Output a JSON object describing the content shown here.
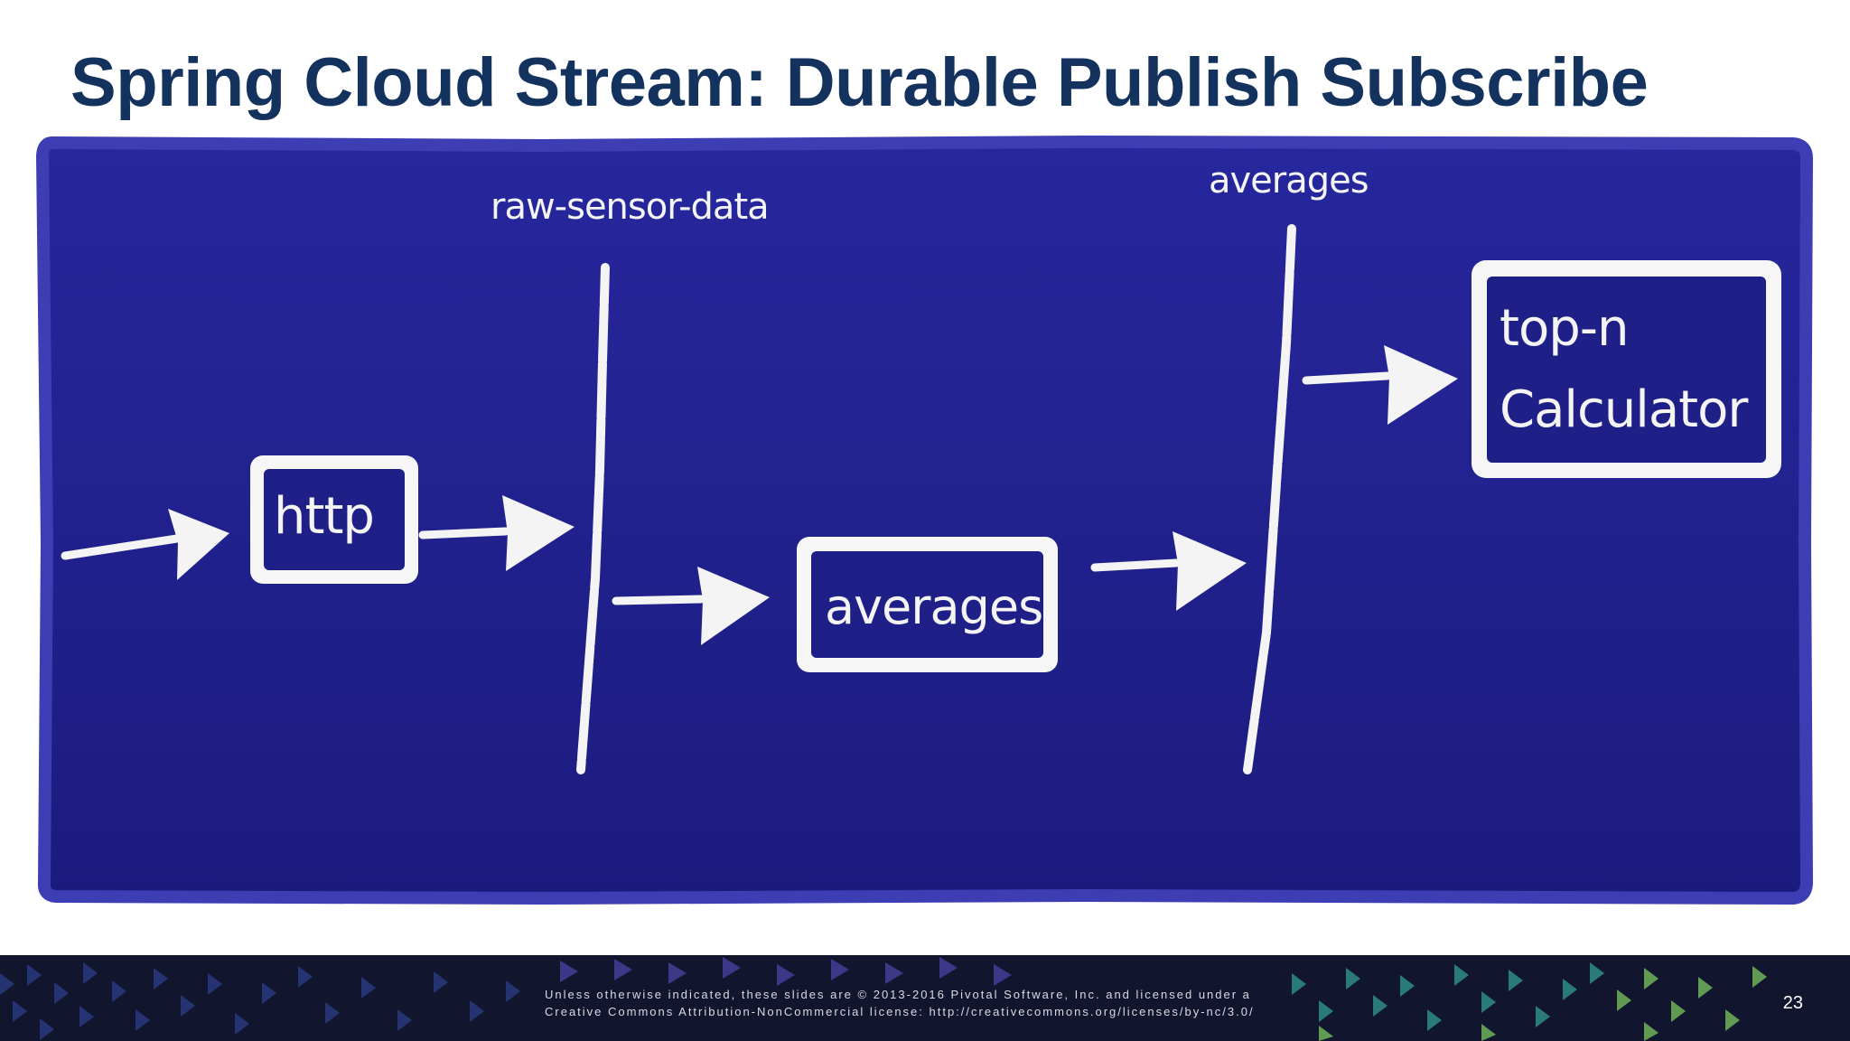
{
  "slide": {
    "title": "Spring Cloud Stream: Durable Publish Subscribe",
    "page_number": "23"
  },
  "diagram": {
    "topics": {
      "raw": "raw-sensor-data",
      "averages": "averages"
    },
    "boxes": {
      "http": "http",
      "averages": "averages",
      "topn_line1": "top-n",
      "topn_line2": "Calculator"
    }
  },
  "footer": {
    "legal_line1": "Unless otherwise indicated, these slides are © 2013-2016 Pivotal Software, Inc. and licensed under a",
    "legal_line2": "Creative Commons Attribution-NonCommercial license: http://creativecommons.org/licenses/by-nc/3.0/"
  },
  "colors": {
    "title": "#13325e",
    "board_top": "#27279e",
    "board_bottom": "#1b1b7e",
    "chalk": "#f4f4f4",
    "footer_bg": "#11162e"
  }
}
